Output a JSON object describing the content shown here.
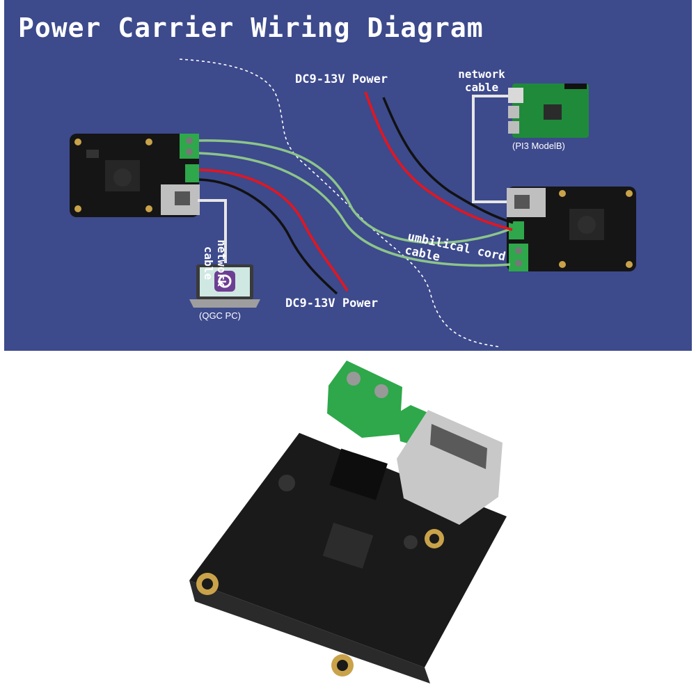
{
  "title": "Power Carrier Wiring Diagram",
  "labels": {
    "power_top": "DC9-13V Power",
    "power_bottom": "DC9-13V Power",
    "network_cable_right": "network cable",
    "network_cable_left": "network cable",
    "umbilical": "umbilical cord cable",
    "pc_caption": "(QGC PC)",
    "pi_caption": "(PI3 ModelB)"
  },
  "colors": {
    "background": "#3d4a8c",
    "wire_red": "#e8141c",
    "wire_black": "#111111",
    "wire_green": "#8dc48a",
    "network_cable": "#e6e6e6"
  }
}
